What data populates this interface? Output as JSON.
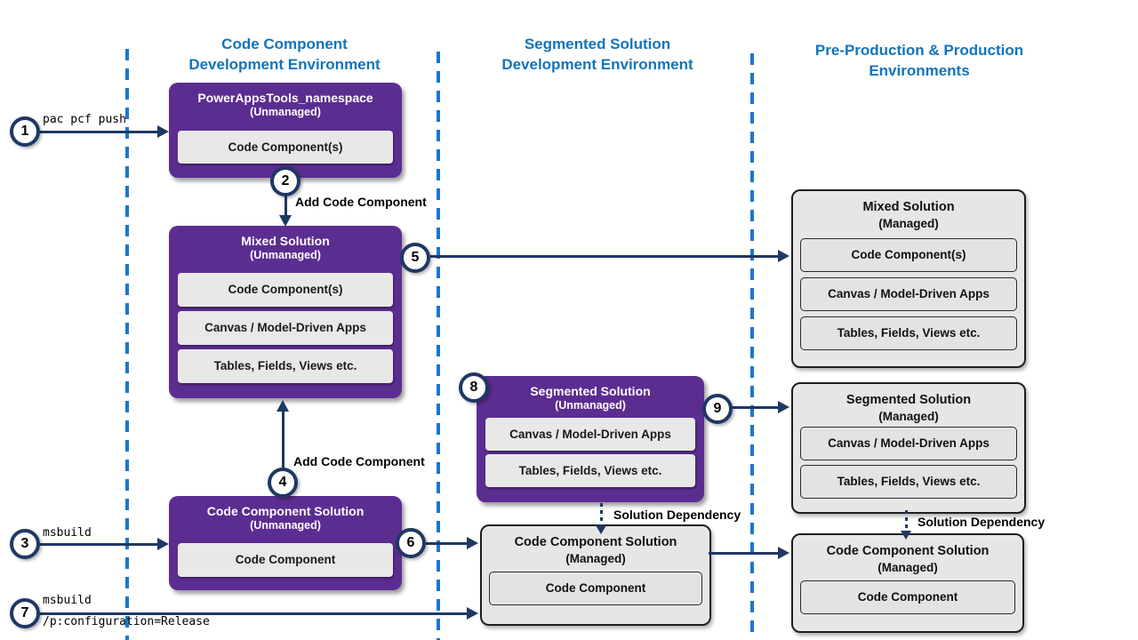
{
  "colors": {
    "purple": "#5C2D91",
    "navy": "#1F3864",
    "dashed_blue": "#1B76D1",
    "header_blue": "#1174BD",
    "box_gray": "#E6E6E6"
  },
  "headers": {
    "col1_line1": "Code Component",
    "col1_line2": "Development Environment",
    "col2_line1": "Segmented Solution",
    "col2_line2": "Development Environment",
    "col3_line1": "Pre-Production & Production",
    "col3_line2": "Environments"
  },
  "boxes": {
    "powerapps_tools": {
      "title": "PowerAppsTools_namespace",
      "subtitle": "(Unmanaged)",
      "rows": [
        "Code Component(s)"
      ]
    },
    "mixed_unmanaged": {
      "title": "Mixed Solution",
      "subtitle": "(Unmanaged)",
      "rows": [
        "Code Component(s)",
        "Canvas / Model-Driven Apps",
        "Tables, Fields, Views etc."
      ]
    },
    "code_component_solution_unmanaged": {
      "title": "Code Component Solution",
      "subtitle": "(Unmanaged)",
      "rows": [
        "Code Component"
      ]
    },
    "segmented_unmanaged": {
      "title": "Segmented Solution",
      "subtitle": "(Unmanaged)",
      "rows": [
        "Canvas / Model-Driven Apps",
        "Tables, Fields, Views etc."
      ]
    },
    "code_component_solution_managed_mid": {
      "title": "Code Component Solution",
      "subtitle": "(Managed)",
      "rows": [
        "Code Component"
      ]
    },
    "mixed_managed": {
      "title": "Mixed Solution",
      "subtitle": "(Managed)",
      "rows": [
        "Code Component(s)",
        "Canvas / Model-Driven Apps",
        "Tables, Fields, Views etc."
      ]
    },
    "segmented_managed": {
      "title": "Segmented Solution",
      "subtitle": "(Managed)",
      "rows": [
        "Canvas / Model-Driven Apps",
        "Tables, Fields, Views etc."
      ]
    },
    "code_component_solution_managed_right": {
      "title": "Code Component Solution",
      "subtitle": "(Managed)",
      "rows": [
        "Code Component"
      ]
    }
  },
  "steps": {
    "s1": "1",
    "s2": "2",
    "s3": "3",
    "s4": "4",
    "s5": "5",
    "s6": "6",
    "s7": "7",
    "s8": "8",
    "s9": "9"
  },
  "labels": {
    "pac_pcf_push": "pac pcf push",
    "add_code_component_top": "Add Code Component",
    "msbuild": "msbuild",
    "add_code_component_bottom": "Add Code Component",
    "msbuild_release_line1": "msbuild",
    "msbuild_release_line2": "/p:configuration=Release",
    "solution_dependency_mid": "Solution Dependency",
    "solution_dependency_right": "Solution Dependency"
  }
}
